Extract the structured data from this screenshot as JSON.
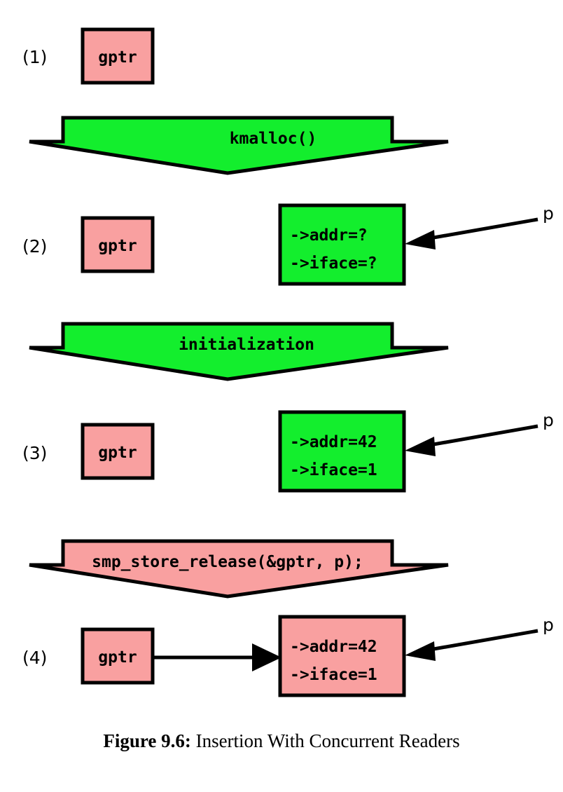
{
  "figure": {
    "caption_label": "Figure 9.6:",
    "caption_text": "Insertion With Concurrent Readers",
    "colors": {
      "pink": "#f9a0a0",
      "green": "#13ee2d",
      "outline": "#000000",
      "background": "#ffffff"
    }
  },
  "steps": [
    {
      "number": "(1)",
      "gptr_label": "gptr",
      "gptr_color": "#f9a0a0"
    },
    {
      "number": "(2)",
      "gptr_label": "gptr",
      "gptr_color": "#f9a0a0",
      "struct_line1": "->addr=?",
      "struct_line2": "->iface=?",
      "struct_color": "#13ee2d",
      "pointer_label": "p"
    },
    {
      "number": "(3)",
      "gptr_label": "gptr",
      "gptr_color": "#f9a0a0",
      "struct_line1": "->addr=42",
      "struct_line2": "->iface=1",
      "struct_color": "#13ee2d",
      "pointer_label": "p"
    },
    {
      "number": "(4)",
      "gptr_label": "gptr",
      "gptr_color": "#f9a0a0",
      "struct_line1": "->addr=42",
      "struct_line2": "->iface=1",
      "struct_color": "#f9a0a0",
      "pointer_label": "p"
    }
  ],
  "transitions": [
    {
      "label": "kmalloc()",
      "color": "#13ee2d"
    },
    {
      "label": "initialization",
      "color": "#13ee2d"
    },
    {
      "label": "smp_store_release(&gptr, p);",
      "color": "#f9a0a0"
    }
  ]
}
